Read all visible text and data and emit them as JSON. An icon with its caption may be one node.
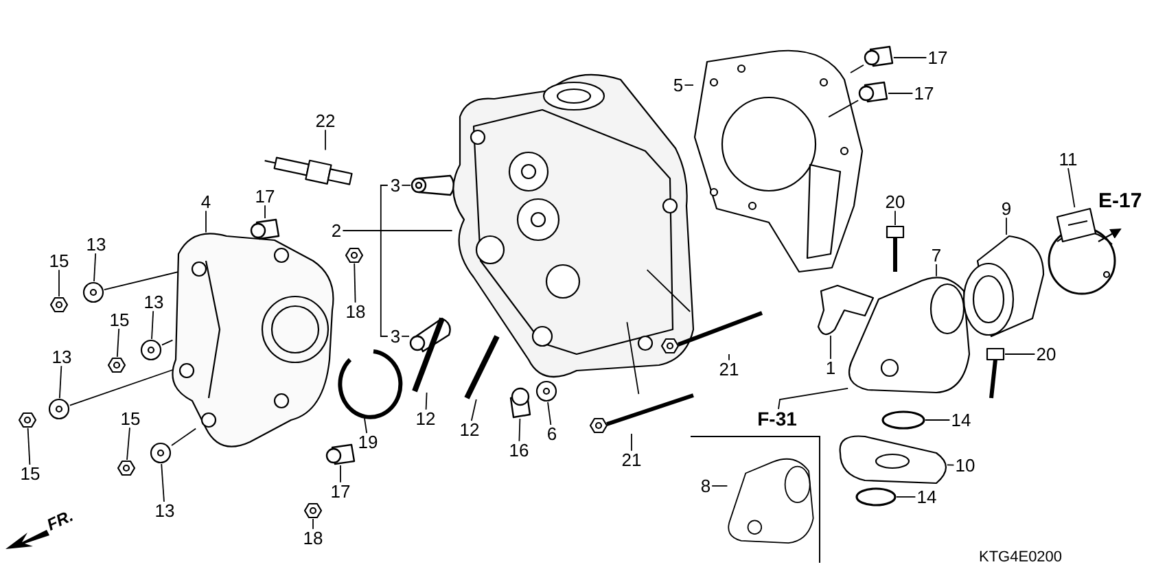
{
  "diagram": {
    "nodes": [
      {
        "text": [
          "22"
        ]
      },
      {
        "text": [
          "3"
        ]
      },
      {
        "text": [
          "2"
        ]
      },
      {
        "text": [
          "3"
        ]
      },
      {
        "text": [
          "4"
        ]
      },
      {
        "text": [
          "17"
        ]
      },
      {
        "text": [
          "15"
        ]
      },
      {
        "text": [
          "13"
        ]
      },
      {
        "text": [
          "15"
        ]
      },
      {
        "text": [
          "13"
        ]
      },
      {
        "text": [
          "13"
        ]
      },
      {
        "text": [
          "15"
        ]
      },
      {
        "text": [
          "15"
        ]
      },
      {
        "text": [
          "13"
        ]
      },
      {
        "text": [
          "18"
        ]
      },
      {
        "text": [
          "19"
        ]
      },
      {
        "text": [
          "17"
        ]
      },
      {
        "text": [
          "18"
        ]
      },
      {
        "text": [
          "12"
        ]
      },
      {
        "text": [
          "12"
        ]
      },
      {
        "text": [
          "16"
        ]
      },
      {
        "text": [
          "6"
        ]
      },
      {
        "text": [
          "21"
        ]
      },
      {
        "text": [
          "21"
        ]
      },
      {
        "text": [
          "5"
        ]
      },
      {
        "text": [
          "17"
        ]
      },
      {
        "text": [
          "17"
        ]
      },
      {
        "text": [
          "20"
        ]
      },
      {
        "text": [
          "7"
        ]
      },
      {
        "text": [
          "1"
        ]
      },
      {
        "text": [
          "14"
        ]
      },
      {
        "text": [
          "10"
        ]
      },
      {
        "text": [
          "14"
        ]
      },
      {
        "text": [
          "8"
        ]
      },
      {
        "text": [
          "9"
        ]
      },
      {
        "text": [
          "11"
        ]
      },
      {
        "text": [
          "20"
        ]
      },
      {
        "text": [
          "F-31"
        ]
      },
      {
        "text": [],
        "shape": "picture"
      },
      {
        "text": [],
        "shape": "cylinder"
      },
      {
        "text": [],
        "shape": "picture"
      },
      {
        "text": [],
        "shape": "cylinder"
      },
      {
        "text": [],
        "shape": "picture"
      },
      {
        "text": [],
        "shape": "cylinder"
      },
      {
        "text": [],
        "shape": "picture"
      },
      {
        "text": [],
        "shape": "picture"
      },
      {
        "text": [],
        "shape": "picture"
      },
      {
        "text": [],
        "shape": "picture"
      },
      {
        "text": [],
        "shape": "picture"
      },
      {
        "text": [],
        "shape": "picture"
      },
      {
        "text": [],
        "shape": "picture"
      },
      {
        "text": [],
        "shape": "picture"
      },
      {
        "text": [],
        "shape": "picture"
      },
      {
        "text": [],
        "shape": "picture"
      },
      {
        "text": [],
        "shape": "cylinder"
      },
      {
        "text": [],
        "shape": "picture"
      },
      {
        "text": [],
        "shape": "picture"
      },
      {
        "text": [],
        "shape": "picture"
      },
      {
        "text": [],
        "shape": "cylinder"
      },
      {
        "text": [],
        "shape": "picture"
      },
      {
        "text": [],
        "shape": "picture"
      },
      {
        "text": [],
        "shape": "picture"
      },
      {
        "text": [],
        "shape": "picture"
      },
      {
        "text": [],
        "shape": "cylinder"
      },
      {
        "text": [],
        "shape": "cylinder"
      },
      {
        "text": [],
        "shape": "picture"
      },
      {
        "text": [],
        "shape": "picture"
      },
      {
        "text": [],
        "shape": "picture"
      },
      {
        "text": [],
        "shape": "circle"
      },
      {
        "text": [],
        "shape": "picture"
      },
      {
        "text": [],
        "shape": "circle"
      },
      {
        "text": [],
        "shape": "picture"
      },
      {
        "text": [],
        "shape": "picture"
      },
      {
        "text": [],
        "shape": "picture"
      },
      {
        "text": [],
        "shape": "picture"
      }
    ],
    "edges": [
      {
        "from": 0,
        "to": 38,
        "arrow": "none"
      },
      {
        "from": 1,
        "to": 39,
        "arrow": "none"
      },
      {
        "from": 2,
        "to": 40,
        "arrow": "none"
      },
      {
        "from": 3,
        "to": 41,
        "arrow": "none"
      },
      {
        "from": 4,
        "to": 42,
        "arrow": "none"
      },
      {
        "from": 5,
        "to": 43,
        "arrow": "none"
      },
      {
        "from": 6,
        "to": 44,
        "arrow": "none"
      },
      {
        "from": 7,
        "to": 45,
        "arrow": "none"
      },
      {
        "from": 8,
        "to": 46,
        "arrow": "none"
      },
      {
        "from": 9,
        "to": 47,
        "arrow": "none"
      },
      {
        "from": 10,
        "to": 48,
        "arrow": "none"
      },
      {
        "from": 11,
        "to": 49,
        "arrow": "none"
      },
      {
        "from": 12,
        "to": 50,
        "arrow": "none"
      },
      {
        "from": 13,
        "to": 51,
        "arrow": "none"
      },
      {
        "from": 14,
        "to": 52,
        "arrow": "none"
      },
      {
        "from": 15,
        "to": 53,
        "arrow": "none"
      },
      {
        "from": 16,
        "to": 54,
        "arrow": "none"
      },
      {
        "from": 17,
        "to": 55,
        "arrow": "none"
      },
      {
        "from": 18,
        "to": 56,
        "arrow": "none"
      },
      {
        "from": 19,
        "to": 57,
        "arrow": "none"
      },
      {
        "from": 20,
        "to": 58,
        "arrow": "none"
      },
      {
        "from": 21,
        "to": 59,
        "arrow": "none"
      },
      {
        "from": 22,
        "to": 60,
        "arrow": "none"
      },
      {
        "from": 23,
        "to": 61,
        "arrow": "none"
      },
      {
        "from": 24,
        "to": 62,
        "arrow": "none"
      },
      {
        "from": 25,
        "to": 63,
        "arrow": "none"
      },
      {
        "from": 26,
        "to": 64,
        "arrow": "none"
      },
      {
        "from": 27,
        "to": 65,
        "arrow": "none"
      },
      {
        "from": 28,
        "to": 66,
        "arrow": "none"
      },
      {
        "from": 29,
        "to": 67,
        "arrow": "none"
      },
      {
        "from": 30,
        "to": 68,
        "arrow": "none"
      },
      {
        "from": 31,
        "to": 69,
        "arrow": "none"
      },
      {
        "from": 32,
        "to": 70,
        "arrow": "none"
      },
      {
        "from": 33,
        "to": 71,
        "arrow": "none"
      },
      {
        "from": 34,
        "to": 72,
        "arrow": "none"
      },
      {
        "from": 35,
        "to": 73,
        "arrow": "none"
      },
      {
        "from": 36,
        "to": 74,
        "arrow": "none"
      },
      {
        "from": 37,
        "to": 66,
        "arrow": "none"
      },
      {
        "from": 1,
        "to": 3,
        "arrow": "none"
      },
      {
        "from": 62,
        "to": 63,
        "arrow": "none"
      },
      {
        "from": 62,
        "to": 64,
        "arrow": "none"
      },
      {
        "from": 42,
        "to": 45,
        "arrow": "none"
      },
      {
        "from": 42,
        "to": 47,
        "arrow": "none"
      },
      {
        "from": 42,
        "to": 48,
        "arrow": "none"
      },
      {
        "from": 42,
        "to": 51,
        "arrow": "none"
      },
      {
        "from": 40,
        "to": 60,
        "arrow": "none"
      },
      {
        "from": 40,
        "to": 61,
        "arrow": "none"
      }
    ],
    "labels": [
      "E-17",
      "FR.",
      "KTG4E0200"
    ]
  }
}
